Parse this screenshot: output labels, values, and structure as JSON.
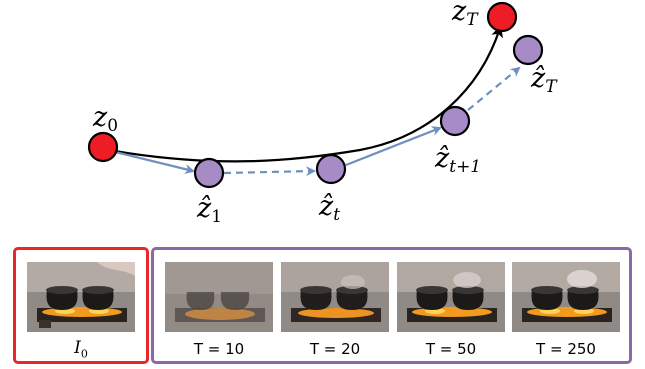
{
  "trajectory": {
    "z0": {
      "base": "z",
      "sub": "0"
    },
    "zT": {
      "base": "z",
      "sub": "T"
    },
    "zhat1": {
      "base": "ẑ",
      "sub": "1"
    },
    "zhatt": {
      "base": "ẑ",
      "sub": "t"
    },
    "zhatt1": {
      "base": "ẑ",
      "sub": "t+1"
    },
    "zhatT": {
      "base": "ẑ",
      "sub": "T"
    }
  },
  "colors": {
    "true_node": "#ee1c25",
    "pred_node": "#a78bc7",
    "pred_arrow": "#6f8fbf",
    "true_arrow": "#000000",
    "box_left": "#e8272b",
    "box_right": "#8d67a6"
  },
  "input_panel": {
    "label_base": "I",
    "label_sub": "0"
  },
  "output_panels": [
    {
      "label": "T = 10"
    },
    {
      "label": "T = 20"
    },
    {
      "label": "T = 50"
    },
    {
      "label": "T = 250"
    }
  ]
}
